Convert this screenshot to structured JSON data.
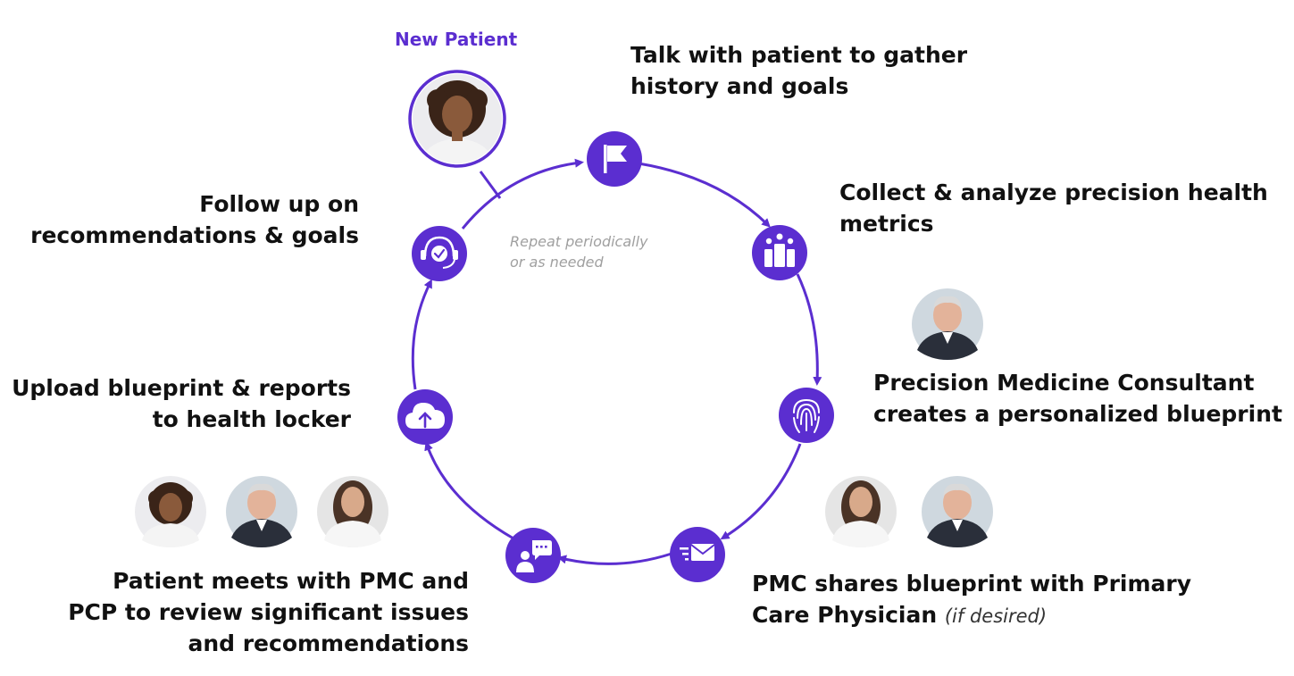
{
  "colors": {
    "accent": "#5b2ed0",
    "text": "#111111",
    "muted": "#a0a0a0"
  },
  "new_patient_label": "New Patient",
  "cycle_note": {
    "line1": "Repeat periodically",
    "line2": "or as needed"
  },
  "steps": [
    {
      "icon": "flag-icon",
      "line1": "Talk with patient to gather",
      "line2": "history and goals"
    },
    {
      "icon": "bar-chart-people-icon",
      "line1": "Collect & analyze precision health",
      "line2": "metrics"
    },
    {
      "icon": "fingerprint-icon",
      "line1": "Precision Medicine Consultant",
      "line2": "creates a personalized blueprint"
    },
    {
      "icon": "envelope-send-icon",
      "line1": "PMC shares blueprint with Primary",
      "line2": "Care Physician",
      "note": "(if desired)"
    },
    {
      "icon": "person-chat-icon",
      "line1": "Patient meets with PMC and",
      "line2": "PCP to review significant issues",
      "line3": "and recommendations"
    },
    {
      "icon": "cloud-upload-icon",
      "line1": "Upload blueprint & reports",
      "line2": "to health locker"
    },
    {
      "icon": "headset-check-icon",
      "line1": "Follow up on",
      "line2": "recommendations & goals"
    }
  ],
  "avatars": [
    {
      "name": "patient-avatar",
      "who": "patient"
    },
    {
      "name": "consultant-avatar",
      "who": "consultant"
    },
    {
      "name": "shares-physician-avatar",
      "who": "physician"
    },
    {
      "name": "shares-consultant-avatar",
      "who": "consultant"
    },
    {
      "name": "meets-patient-avatar",
      "who": "patient"
    },
    {
      "name": "meets-consultant-avatar",
      "who": "consultant"
    },
    {
      "name": "meets-physician-avatar",
      "who": "physician"
    }
  ]
}
